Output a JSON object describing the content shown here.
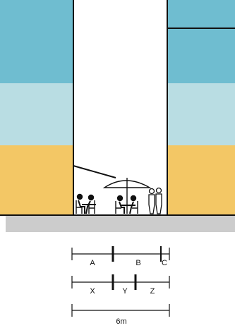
{
  "colors": {
    "upper": "#6fbdd0",
    "middle": "#b9dde3",
    "lower": "#f3c765",
    "ground": "#cccccc",
    "ink": "#111111"
  },
  "labels": {
    "row1": [
      "A",
      "B",
      "C"
    ],
    "row2": [
      "X",
      "Y",
      "Z"
    ],
    "total": "6m"
  }
}
